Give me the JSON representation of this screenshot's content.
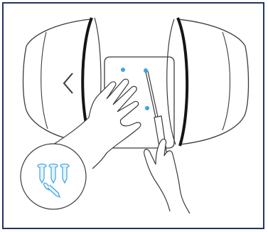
{
  "figure": {
    "type": "assembly-instruction-illustration",
    "colors": {
      "border": "#23365f",
      "line": "#3a3a3a",
      "band": "#151515",
      "accent": "#3aa6e0"
    },
    "icons": [
      "back-chevron-icon",
      "left-hand",
      "right-hand-with-screwdriver",
      "screw-hole-markers",
      "screws-inset"
    ],
    "screw_holes_count": 3,
    "screws_count": 4
  }
}
